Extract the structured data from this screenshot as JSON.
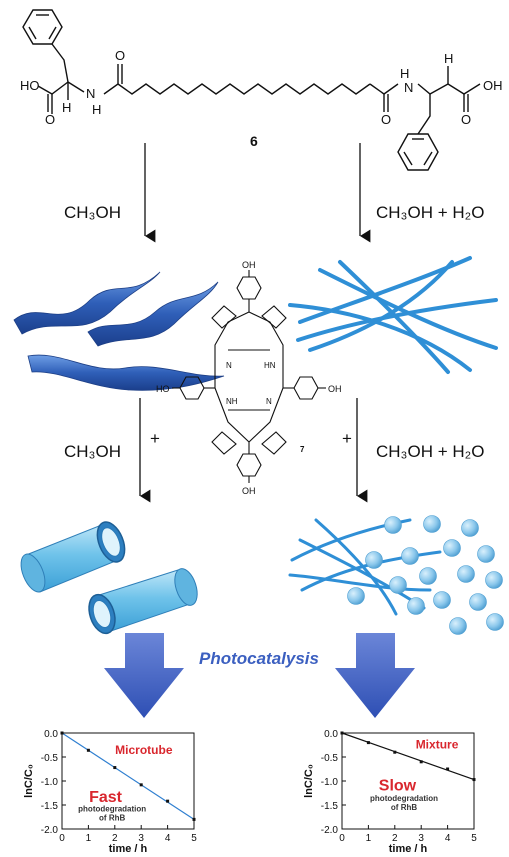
{
  "molecule6": {
    "label": "6",
    "left_acid": "HO",
    "left_h": "H",
    "left_nh": "N",
    "left_nh_h": "H",
    "left_o_top": "O",
    "left_o_acid": "O",
    "right_h_nh": "H",
    "right_n": "N",
    "right_o": "O",
    "right_h": "H",
    "right_acid": "OH",
    "right_o_acid": "O"
  },
  "arrows": {
    "left_top_label": "CH₃OH",
    "right_top_label": "CH₃OH + H₂O",
    "left_mid_label": "CH₃OH",
    "right_mid_label": "CH₃OH + H₂O",
    "plus_left": "+",
    "plus_right": "+"
  },
  "molecule7": {
    "label": "7",
    "oh_top": "OH",
    "oh_left": "HO",
    "oh_right": "OH",
    "oh_bottom": "OH",
    "n_left": "N",
    "nh_left": "NH",
    "n_right": "N",
    "hn_right": "HN"
  },
  "process_label": "Photocatalysis",
  "colors": {
    "fiber": "#2f8fd6",
    "ribbon": "#3a6fc4",
    "tube": "#6fc3ea",
    "arrow": "#3b5fc0",
    "sphere": "#8cc8ec"
  },
  "chart_data": [
    {
      "type": "line",
      "title": "",
      "xlabel": "time / h",
      "ylabel": "lnC/C₀",
      "xlim": [
        0,
        5
      ],
      "ylim": [
        -2.0,
        0.0
      ],
      "xticks": [
        "0",
        "1",
        "2",
        "3",
        "4",
        "5"
      ],
      "yticks": [
        "0.0",
        "-0.5",
        "-1.0",
        "-1.5",
        "-2.0"
      ],
      "x": [
        0,
        1,
        2,
        3,
        4,
        5
      ],
      "values": [
        0.0,
        -0.36,
        -0.72,
        -1.08,
        -1.42,
        -1.8
      ],
      "annotations": {
        "name": "Microtube",
        "speed": "Fast",
        "note1": "photodegradation",
        "note2": "of RhB"
      }
    },
    {
      "type": "line",
      "title": "",
      "xlabel": "time / h",
      "ylabel": "lnC/C₀",
      "xlim": [
        0,
        5
      ],
      "ylim": [
        -2.0,
        0.0
      ],
      "xticks": [
        "0",
        "1",
        "2",
        "3",
        "4",
        "5"
      ],
      "yticks": [
        "0.0",
        "-0.5",
        "-1.0",
        "-1.5",
        "-2.0"
      ],
      "x": [
        0,
        1,
        2,
        3,
        4,
        5
      ],
      "values": [
        0.0,
        -0.2,
        -0.4,
        -0.6,
        -0.75,
        -0.97
      ],
      "annotations": {
        "name": "Mixture",
        "speed": "Slow",
        "note1": "photodegradation",
        "note2": "of RhB"
      }
    }
  ]
}
